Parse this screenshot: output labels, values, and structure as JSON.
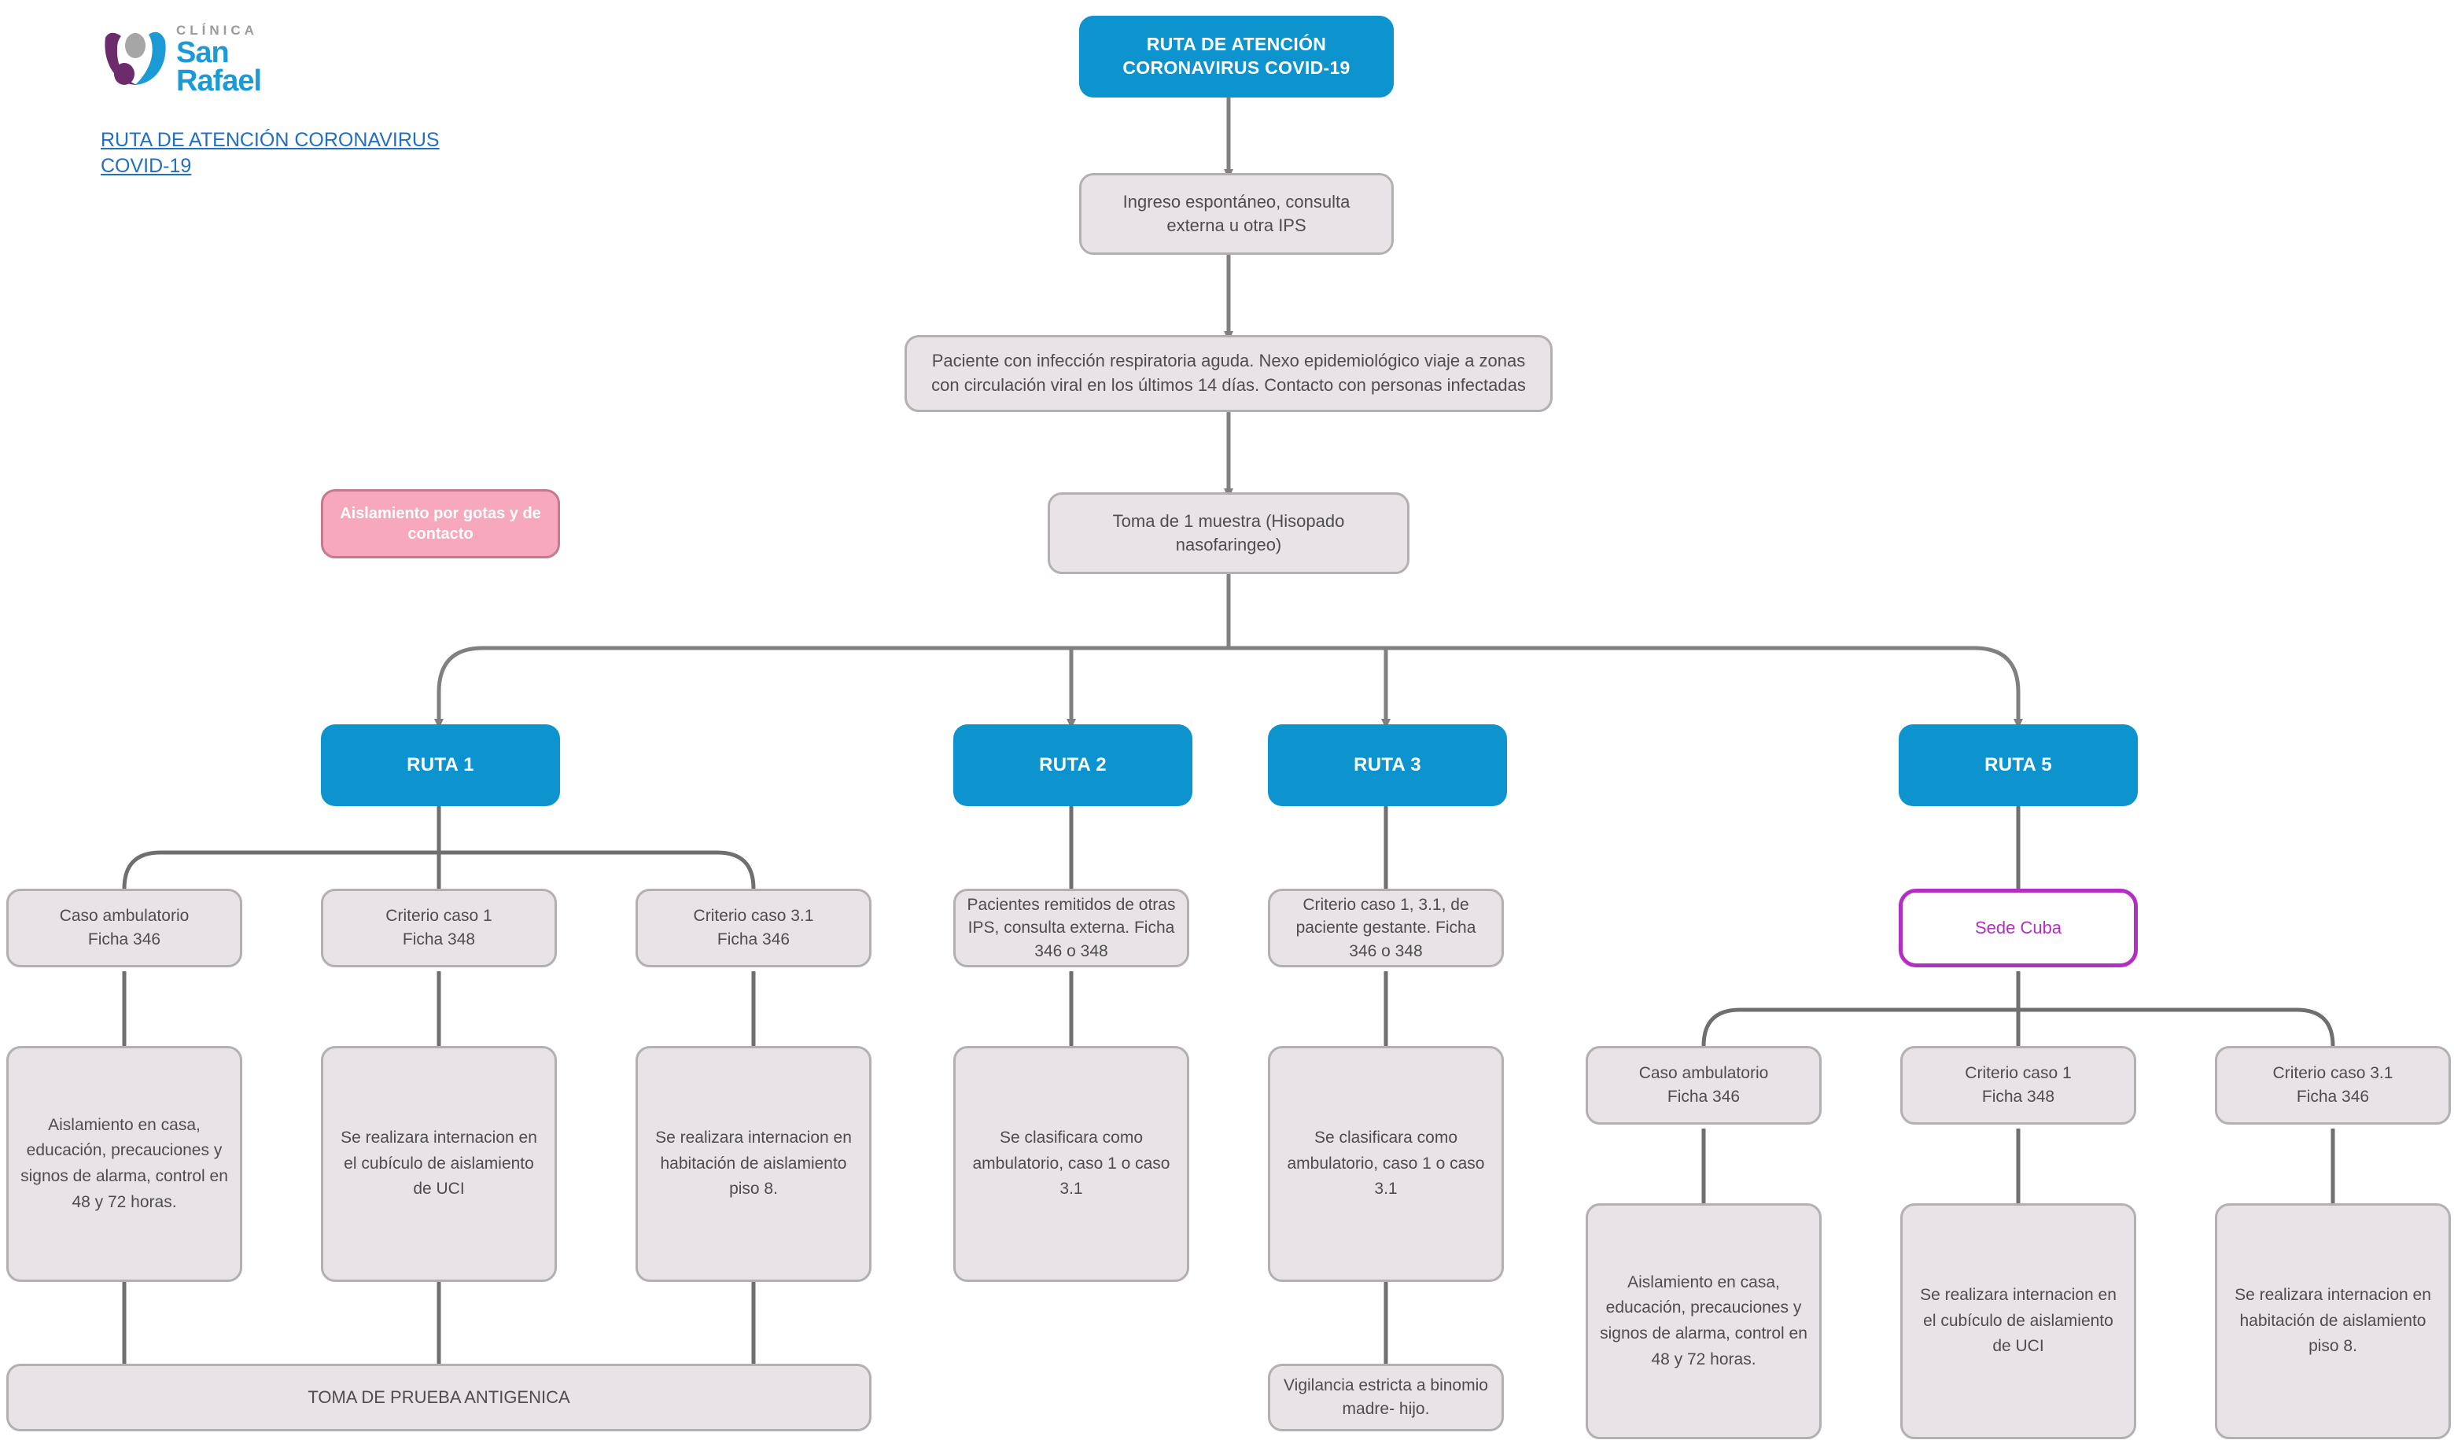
{
  "brand": {
    "logo_line1": "CLÍNICA",
    "logo_line2": "San",
    "logo_line3": "Rafael",
    "logo_icon": "clinica-san-rafael-logo",
    "blue": "#1b9ad6",
    "purple": "#6c2c6b"
  },
  "document_link": "RUTA DE ATENCIÓN CORONAVIRUS COVID-19",
  "colors": {
    "node_blue": "#0d93ce",
    "node_gray_fill": "#e8e3e6",
    "node_gray_border": "#b4b0b1",
    "node_pink_fill": "#f7a8bd",
    "node_pink_border": "#c4798e",
    "node_purple_border": "#b32fc4",
    "connector": "#808080",
    "link_text": "#1f6fc4",
    "body_text": "#4d4d4d"
  },
  "flow": {
    "title": "RUTA DE ATENCIÓN CORONAVIRUS COVID-19",
    "intake": "Ingreso espontáneo, consulta externa u otra IPS",
    "criteria": "Paciente con infección respiratoria aguda. Nexo epidemiológico viaje a zonas con circulación viral en los últimos 14 días. Contacto con personas infectadas",
    "sample": "Toma  de 1 muestra (Hisopado nasofaringeo)",
    "isolation_note": "Aislamiento por gotas y de contacto"
  },
  "routes": {
    "ruta1": {
      "label": "RUTA 1",
      "children": [
        {
          "title": "Caso ambulatorio",
          "sub": "Ficha 346",
          "detail": "Aislamiento en casa, educación, precauciones y signos de alarma, control en 48 y 72 horas."
        },
        {
          "title": "Criterio caso 1",
          "sub": "Ficha 348",
          "detail": "Se realizara internacion en el cubículo de aislamiento de UCI"
        },
        {
          "title": "Criterio caso 3.1",
          "sub": "Ficha 346",
          "detail": "Se realizara internacion en habitación de aislamiento piso 8."
        }
      ],
      "footer": "TOMA DE PRUEBA ANTIGENICA"
    },
    "ruta2": {
      "label": "RUTA 2",
      "child": "Pacientes remitidos de otras IPS, consulta externa. Ficha 346 o 348",
      "detail": "Se clasificara como ambulatorio, caso 1 o caso 3.1"
    },
    "ruta3": {
      "label": "RUTA 3",
      "child": "Criterio caso 1, 3.1, de paciente gestante. Ficha 346 o 348",
      "detail": "Se clasificara como ambulatorio, caso 1 o caso 3.1",
      "footer": "Vigilancia estricta a binomio madre- hijo."
    },
    "ruta5": {
      "label": "RUTA 5",
      "site": "Sede Cuba",
      "children": [
        {
          "title": "Caso ambulatorio",
          "sub": "Ficha 346",
          "detail": "Aislamiento en casa, educación, precauciones y signos de alarma, control en 48 y 72 horas."
        },
        {
          "title": "Criterio caso 1",
          "sub": "Ficha 348",
          "detail": "Se realizara internacion en el cubículo de aislamiento de UCI"
        },
        {
          "title": "Criterio caso 3.1",
          "sub": "Ficha 346",
          "detail": "Se realizara internacion en habitación de aislamiento piso 8."
        }
      ]
    }
  }
}
